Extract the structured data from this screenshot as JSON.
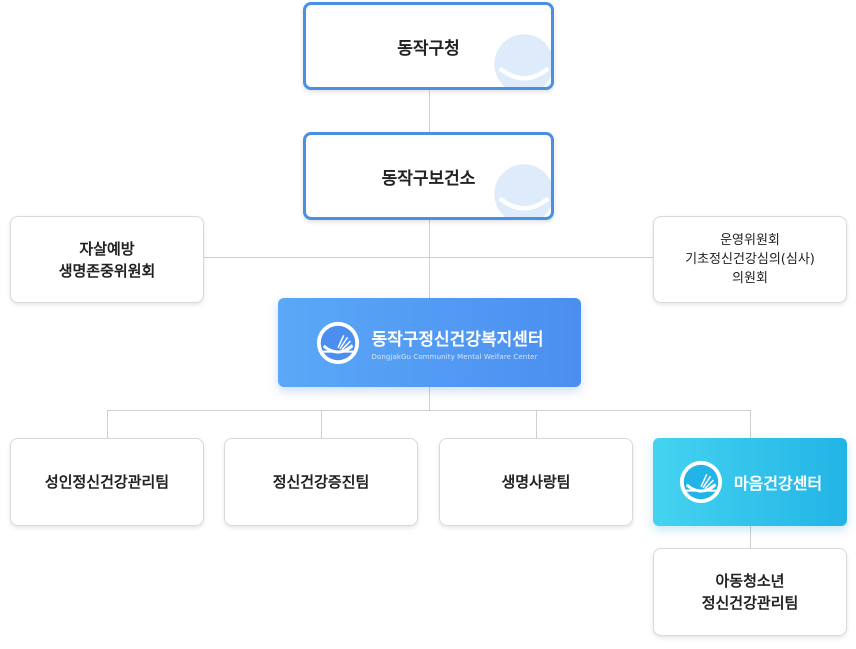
{
  "nodes": {
    "district_office": "동작구청",
    "health_center": "동작구보건소",
    "suicide_committee": [
      "자살예방",
      "생명존중위원회"
    ],
    "operation_committee": [
      "운영위원회",
      "기초정신건강심의(심사)",
      "의원회"
    ],
    "welfare_center": {
      "title": "동작구정신건강복지센터",
      "subtitle": "DongjakGu Community Mental Welfare Center"
    },
    "teams": [
      "성인정신건강관리팀",
      "정신건강증진팀",
      "생명사랑팀"
    ],
    "mind_center": "마음건강센터",
    "youth_team": [
      "아동청소년",
      "정신건강관리팀"
    ]
  },
  "colors": {
    "accent_blue": "#4a90e2",
    "center_fill": "#4b8ef0",
    "mind_fill": "#22b4e6",
    "line": "#cfcfcf"
  }
}
